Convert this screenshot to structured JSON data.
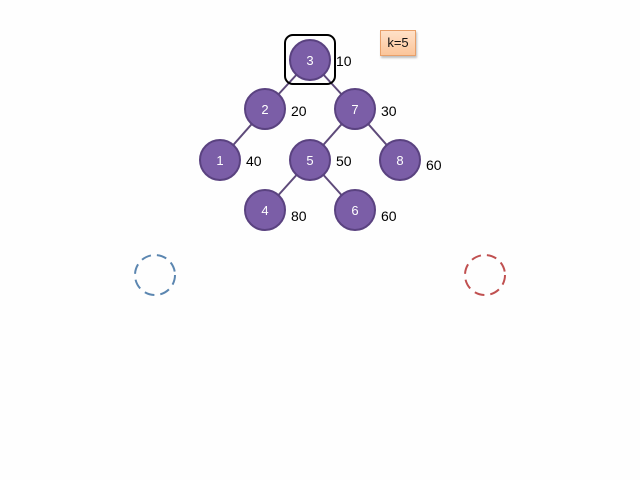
{
  "k_label": "k=5",
  "colors": {
    "node_fill": "#7b5ea7",
    "node_stroke": "#5a4280",
    "edge": "#5e4a7a",
    "highlight": "#000000",
    "dashed_left": "#5b86b0",
    "dashed_right": "#c05050",
    "node_text": "#ffffff",
    "weight_text": "#000000"
  },
  "tree": {
    "highlighted_node": "3",
    "nodes": [
      {
        "id": "3",
        "label": "3",
        "weight": "10"
      },
      {
        "id": "2",
        "label": "2",
        "weight": "20"
      },
      {
        "id": "7",
        "label": "7",
        "weight": "30"
      },
      {
        "id": "1",
        "label": "1",
        "weight": "40"
      },
      {
        "id": "5",
        "label": "5",
        "weight": "50"
      },
      {
        "id": "8",
        "label": "8",
        "weight": "60"
      },
      {
        "id": "4",
        "label": "4",
        "weight": "80"
      },
      {
        "id": "6",
        "label": "6",
        "weight": "60"
      }
    ],
    "edges": [
      [
        "3",
        "2"
      ],
      [
        "3",
        "7"
      ],
      [
        "2",
        "1"
      ],
      [
        "7",
        "5"
      ],
      [
        "7",
        "8"
      ],
      [
        "5",
        "4"
      ],
      [
        "5",
        "6"
      ]
    ]
  },
  "dashed_circles": [
    {
      "id": "left",
      "color_key": "dashed_left"
    },
    {
      "id": "right",
      "color_key": "dashed_right"
    }
  ]
}
